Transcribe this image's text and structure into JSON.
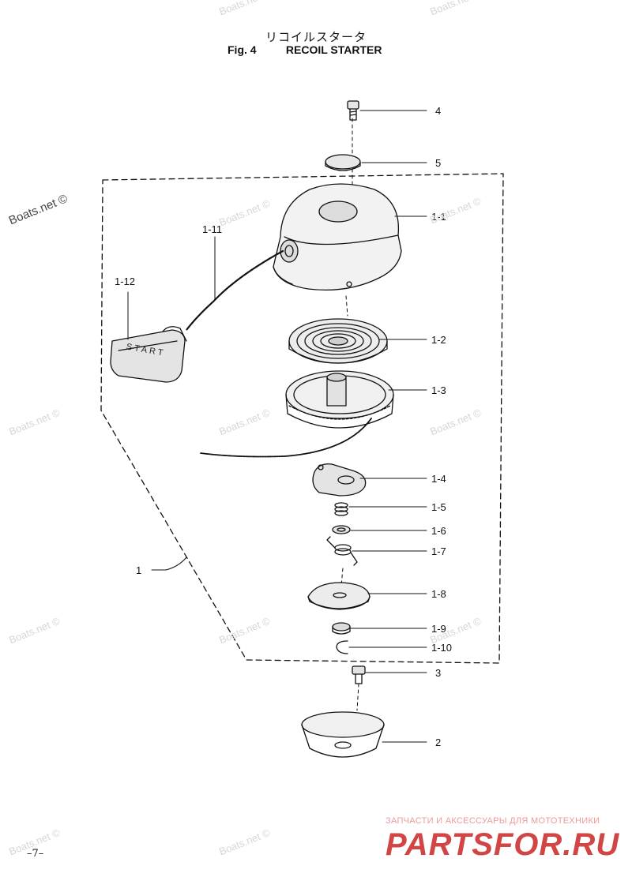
{
  "title": {
    "jp": "リコイルスタータ",
    "fig": "Fig. 4",
    "en": "RECOIL STARTER"
  },
  "callouts": {
    "c4": "4",
    "c5": "5",
    "c1_1": "1-1",
    "c1_11": "1-11",
    "c1_12": "1-12",
    "c1_2": "1-2",
    "c1_3": "1-3",
    "c1_4": "1-4",
    "c1_5": "1-5",
    "c1_6": "1-6",
    "c1_7": "1-7",
    "c1": "1",
    "c1_8": "1-8",
    "c1_9": "1-9",
    "c1_10": "1-10",
    "c3": "3",
    "c2": "2"
  },
  "handle_text": "START",
  "watermark": "Boats.net ©",
  "page_number": "–7–",
  "brand": {
    "subtitle": "ЗАПЧАСТИ И АКСЕССУАРЫ ДЛЯ МОТОТЕХНИКИ",
    "name": "PARTSFOR.RU"
  }
}
